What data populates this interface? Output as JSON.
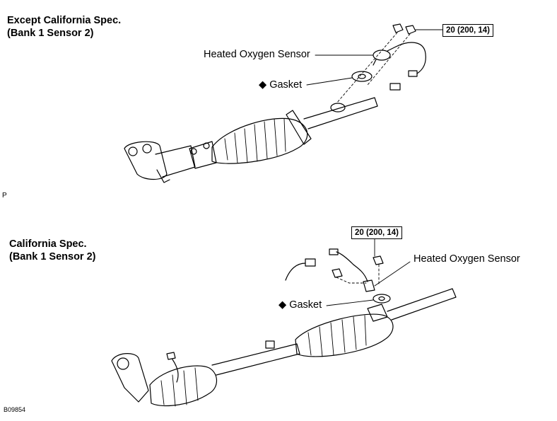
{
  "top_section": {
    "title_line1": "Except California Spec.",
    "title_line2": "(Bank 1 Sensor 2)",
    "torque_label": "20 (200, 14)",
    "sensor_label": "Heated Oxygen Sensor",
    "gasket_marker": "◆",
    "gasket_label": "Gasket"
  },
  "mid_mark": "P",
  "bottom_section": {
    "title_line1": "California Spec.",
    "title_line2": "(Bank 1 Sensor 2)",
    "torque_label": "20 (200, 14)",
    "sensor_label": "Heated Oxygen Sensor",
    "gasket_marker": "◆",
    "gasket_label": "Gasket"
  },
  "figure_id": "B09854"
}
